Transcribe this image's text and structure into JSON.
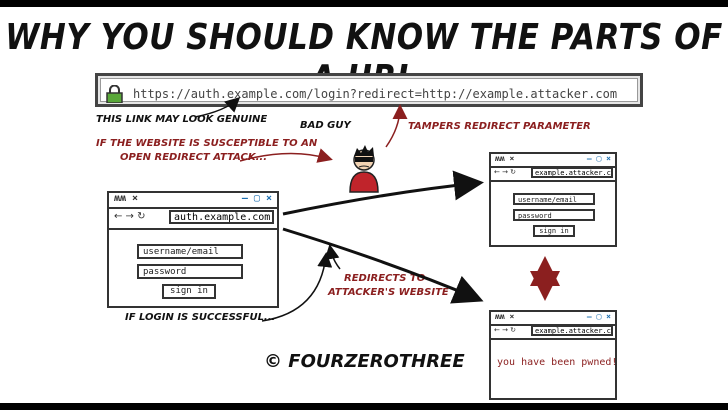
{
  "title": "WHY YOU SHOULD KNOW THE PARTS OF A URL",
  "url_bar": {
    "url_prefix": "https://auth.example.com/login?redirect=",
    "url_redirect": "http://example.attacker.com"
  },
  "notes": {
    "genuine": "THIS LINK MAY LOOK GENUINE",
    "bad_guy": "BAD GUY",
    "tampers": "TAMPERS REDIRECT PARAMETER",
    "susceptible_line1": "IF THE WEBSITE IS SUSCEPTIBLE TO AN",
    "susceptible_line2": "OPEN REDIRECT ATTACK...",
    "redirects_line1": "REDIRECTS TO",
    "redirects_line2": "ATTACKER'S WEBSITE",
    "login_success": "IF LOGIN IS SUCCESSFUL..."
  },
  "login_window": {
    "controls_left": "ʍʍ ×",
    "controls_right": "– ▢ ×",
    "nav": "← → ↻",
    "url": "auth.example.com",
    "username_placeholder": "username/email",
    "password_placeholder": "password",
    "sign_in": "sign in"
  },
  "attacker_login_window": {
    "controls_left": "ʍʍ ×",
    "controls_right": "– ▢ ×",
    "nav": "← → ↻",
    "url": "example.attacker.com",
    "username_placeholder": "username/email",
    "password_placeholder": "password",
    "sign_in": "sign in"
  },
  "pwned_window": {
    "controls_left": "ʍʍ ×",
    "controls_right": "– ▢ ×",
    "nav": "← → ↻",
    "url": "example.attacker.com",
    "message": "you have been pwned!"
  },
  "copyright": "© FOURZEROTHREE",
  "colors": {
    "accent_red": "#8b1f1f",
    "lock_green": "#5aa83a",
    "window_blue": "#1d6fb0"
  }
}
